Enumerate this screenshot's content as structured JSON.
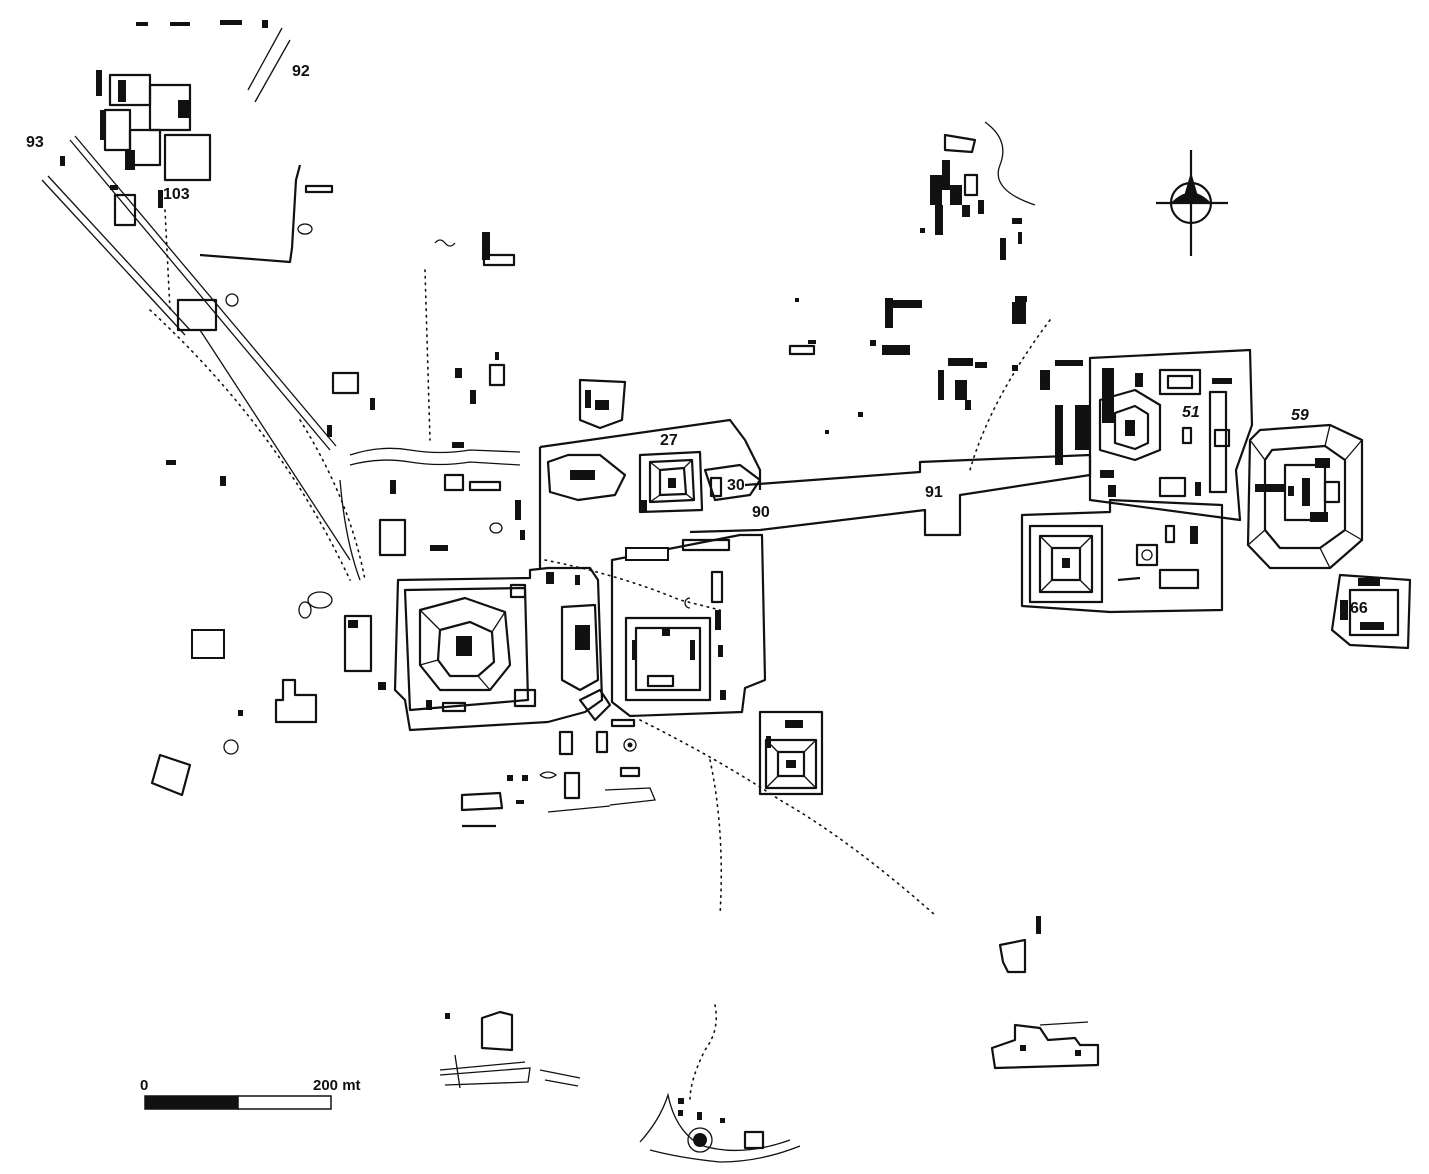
{
  "labels": {
    "s92": "92",
    "s93": "93",
    "s103": "103",
    "s27": "27",
    "s30": "30",
    "s90": "90",
    "s91": "91",
    "s51": "51",
    "s59": "59",
    "s66": "66"
  },
  "scale_bar": {
    "start_label": "0",
    "end_label": "200 mt"
  },
  "north_arrow_icon": "compass-rose-icon",
  "colors": {
    "ink": "#111111",
    "paper": "#ffffff"
  }
}
